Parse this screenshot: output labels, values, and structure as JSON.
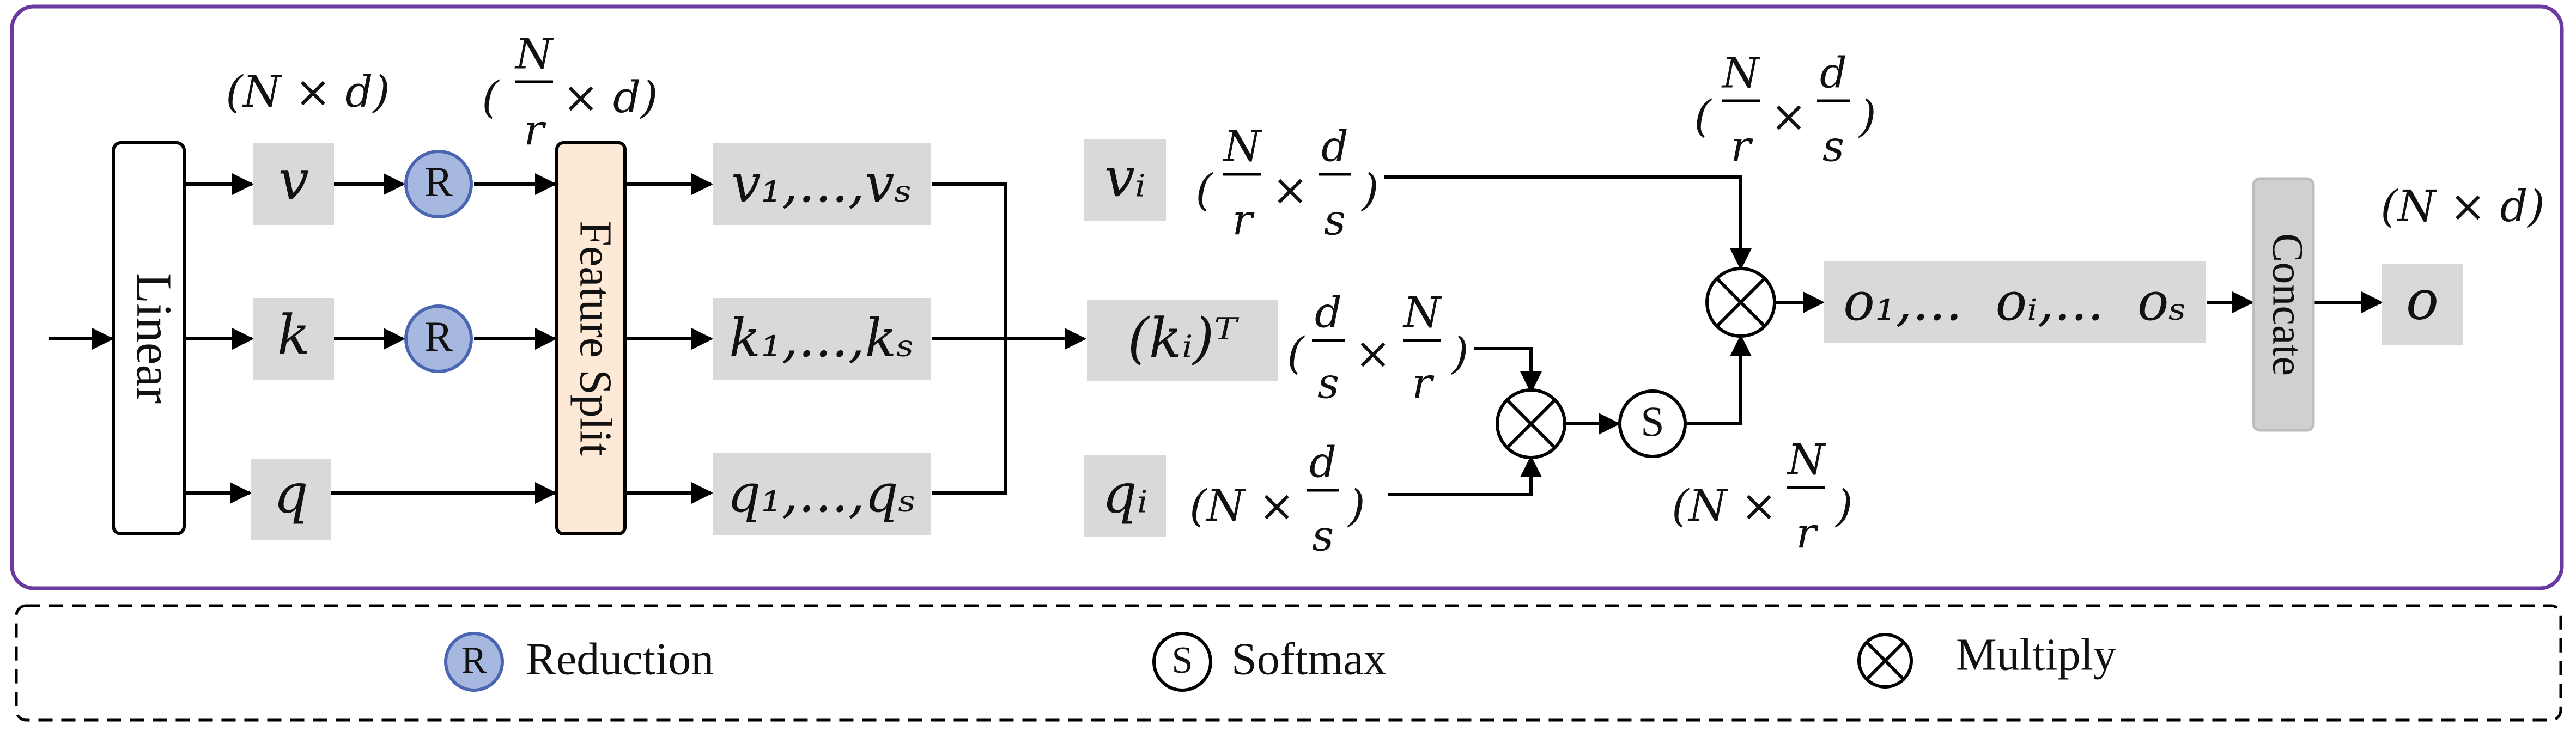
{
  "colors": {
    "main_border": "#6a3aa0",
    "var_fill": "#d9d9d9",
    "reduction_fill": "#a7b8e0",
    "reduction_stroke": "#4a66b0",
    "split_fill": "#fde9d6",
    "concat_fill": "#d0d0d0",
    "line": "#000000"
  },
  "icons": {
    "reduction": "circle-letter-icon",
    "softmax": "circle-letter-icon",
    "multiply": "circled-times-icon"
  },
  "blocks": {
    "linear": "Linear",
    "feature_split": "Feature Split",
    "concate": "Concate"
  },
  "symbols": {
    "reduction": "R",
    "softmax": "S"
  },
  "vars": {
    "v": "v",
    "k": "k",
    "q": "q",
    "v_split": "v₁,...,vₛ",
    "k_split": "k₁,...,kₛ",
    "q_split": "q₁,...,qₛ",
    "v_i": "vᵢ",
    "k_i_t": "(kᵢ)ᵀ",
    "q_i": "qᵢ",
    "o_split": "o₁,...  oᵢ,...  oₛ",
    "o": "o"
  },
  "dims": {
    "input": "(N × d)",
    "split": {
      "open": "(",
      "num": "N",
      "den": "r",
      "tail": "× d)"
    },
    "vi": {
      "open": "(",
      "num1": "N",
      "den1": "r",
      "times": "×",
      "num2": "d",
      "den2": "s",
      "close": ")"
    },
    "vi_top": {
      "open": "(",
      "num1": "N",
      "den1": "r",
      "times": "×",
      "num2": "d",
      "den2": "s",
      "close": ")"
    },
    "ki": {
      "open": "(",
      "num1": "d",
      "den1": "s",
      "times": "×",
      "num2": "N",
      "den2": "r",
      "close": ")"
    },
    "qi": {
      "open": "(N ×",
      "num": "d",
      "den": "s",
      "close": ")"
    },
    "softmax_out": {
      "open": "(N ×",
      "num": "N",
      "den": "r",
      "close": ")"
    },
    "output": "(N × d)"
  },
  "legend": {
    "reduction": "Reduction",
    "softmax": "Softmax",
    "multiply": "Multiply"
  }
}
